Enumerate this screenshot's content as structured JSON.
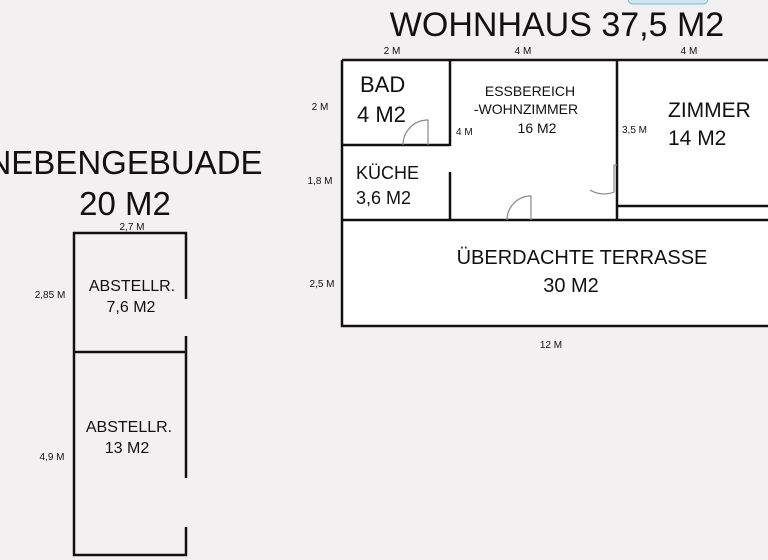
{
  "wohnhaus": {
    "title": "WOHNHAUS 37,5 M2",
    "dims": {
      "top_left": "2 M",
      "top_mid": "4 M",
      "top_right": "4 M",
      "left_bad": "2 M",
      "left_kueche": "1,8 M",
      "left_terrasse": "2,5 M",
      "inner_ess": "4 M",
      "inner_zimmer": "3,5 M",
      "bottom": "12 M"
    },
    "rooms": {
      "bad": {
        "name": "BAD",
        "area": "4 M2"
      },
      "kueche": {
        "name": "KÜCHE",
        "area": "3,6 M2"
      },
      "ess": {
        "name1": "ESSBEREICH",
        "name2": "-WOHNZIMMER",
        "area": "16 M2"
      },
      "zimmer": {
        "name": "ZIMMER",
        "area": "14 M2"
      },
      "terrasse": {
        "name": "ÜBERDACHTE TERRASSE",
        "area": "30 M2"
      }
    }
  },
  "nebengebaeude": {
    "title": "NEBENGEBUADE",
    "area": "20 M2",
    "dims": {
      "top": "2,7 M",
      "left_upper": "2,85 M",
      "left_lower": "4,9 M"
    },
    "rooms": {
      "upper": {
        "name": "ABSTELLR.",
        "area": "7,6 M2"
      },
      "lower": {
        "name": "ABSTELLR.",
        "area": "13 M2"
      }
    }
  }
}
